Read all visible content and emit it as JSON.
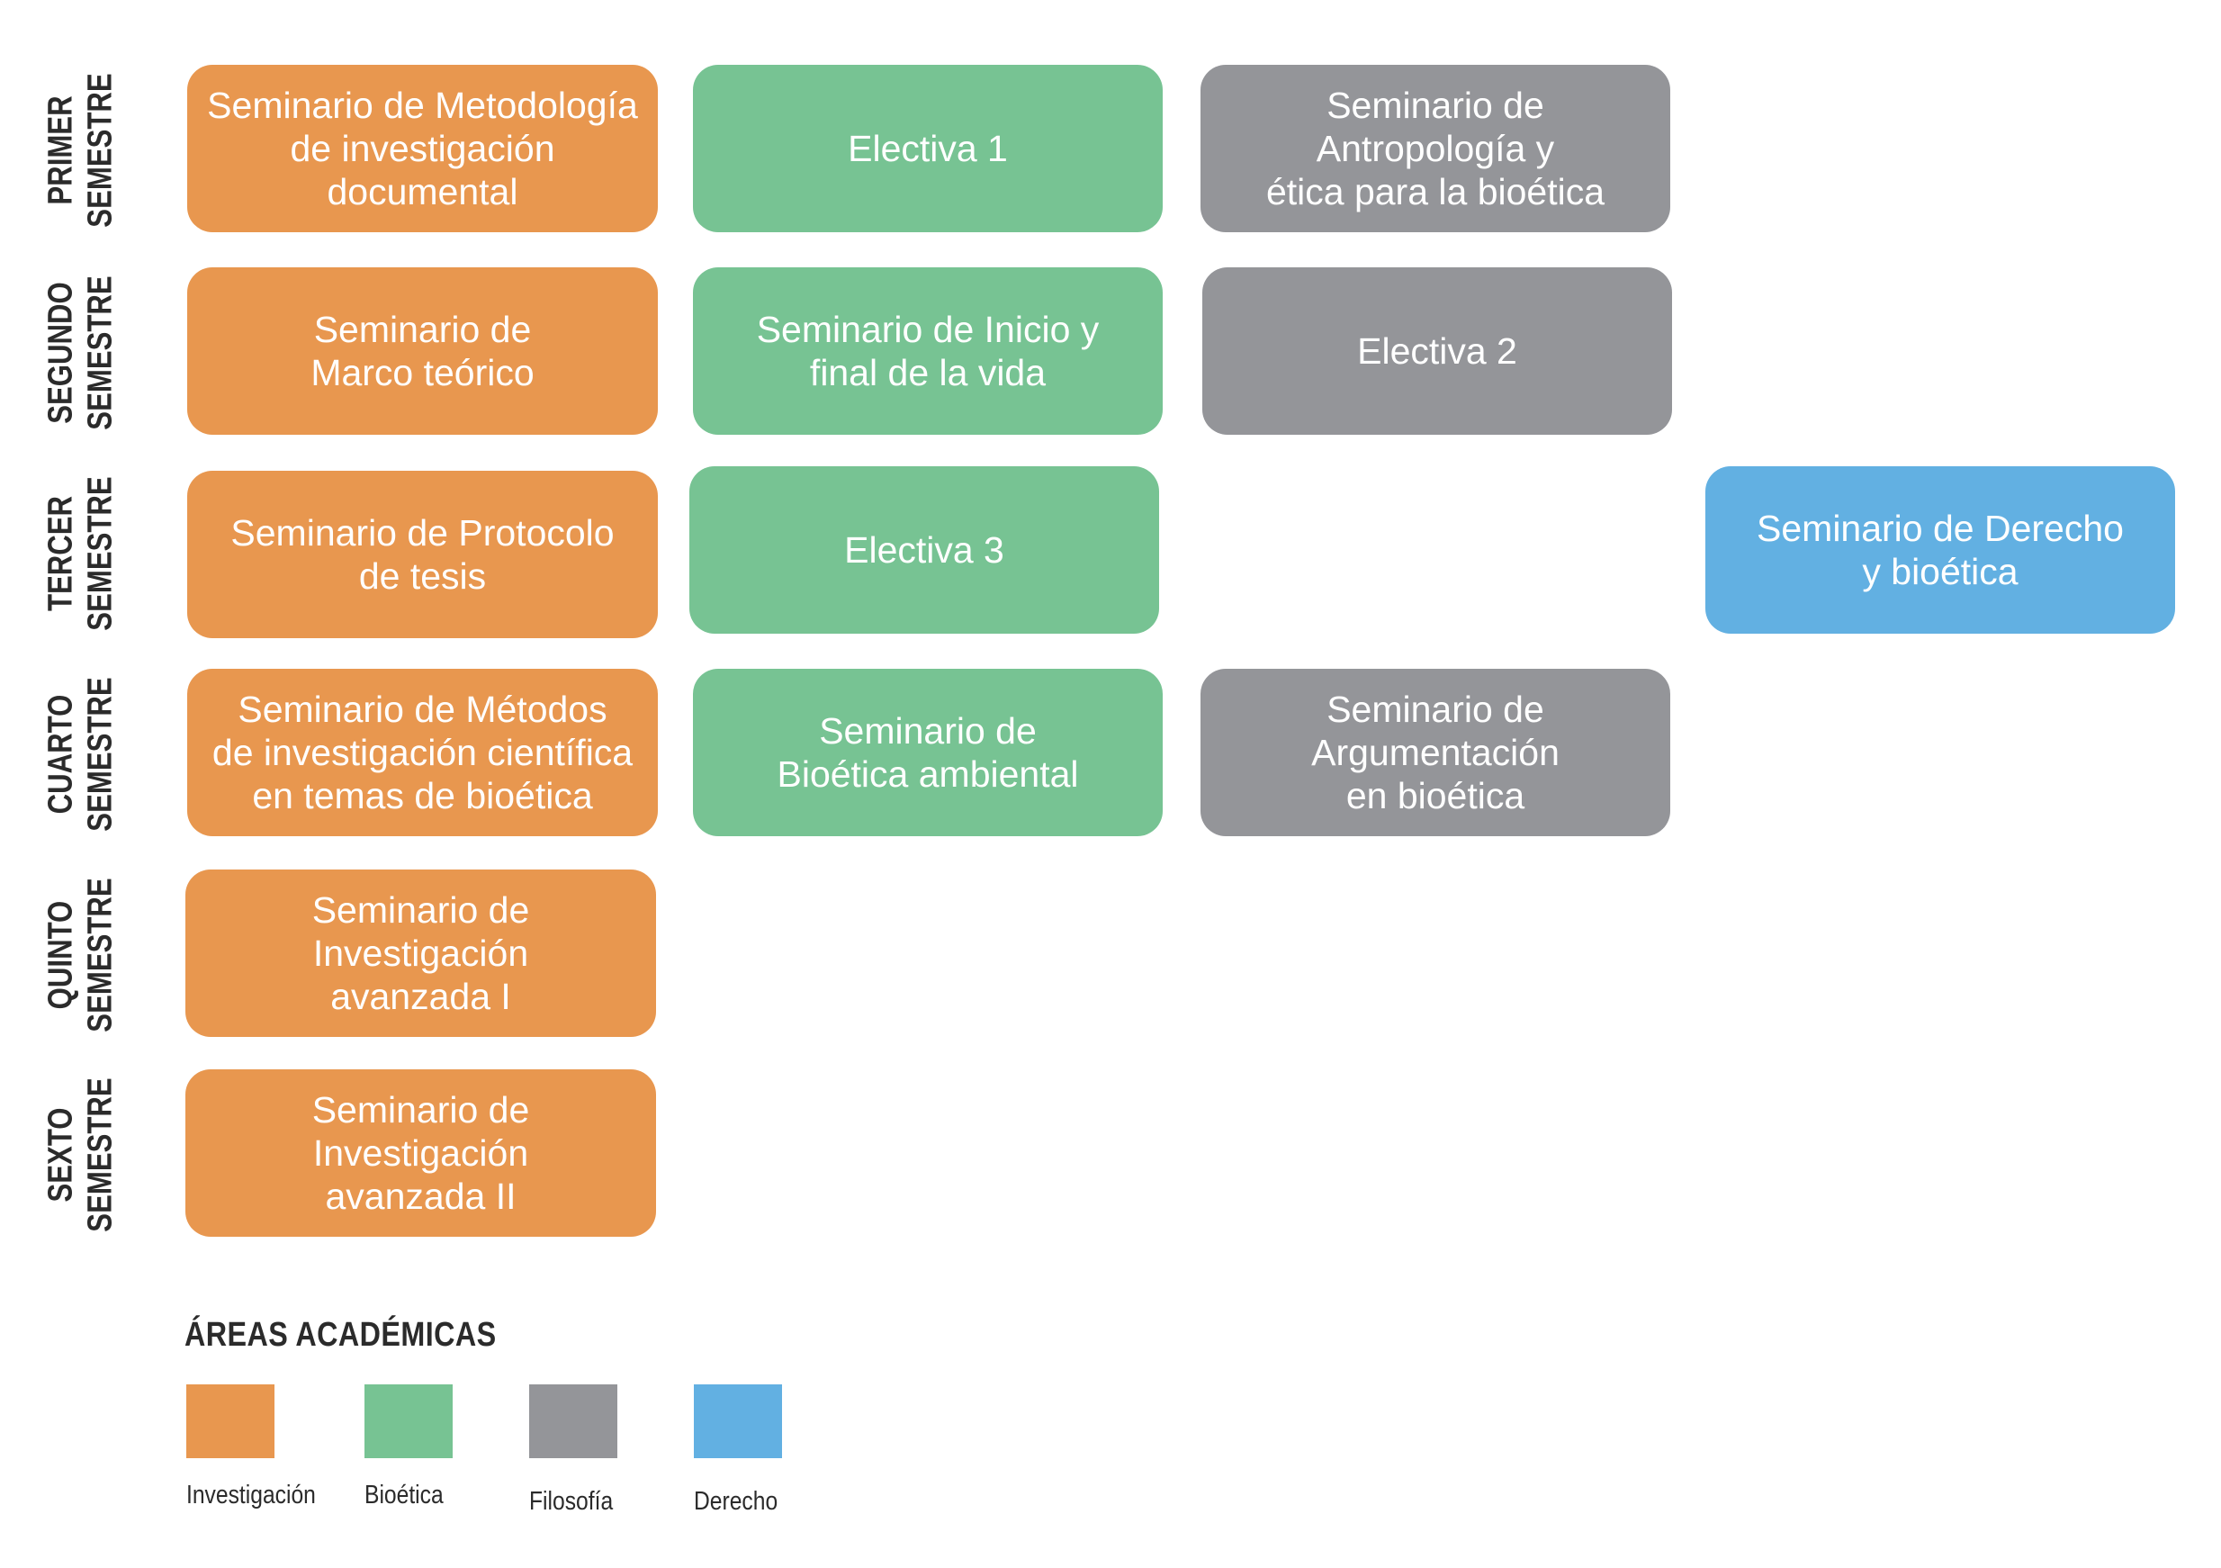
{
  "semesters": [
    {
      "line1": "PRIMER",
      "line2": "SEMESTRE"
    },
    {
      "line1": "SEGUNDO",
      "line2": "SEMESTRE"
    },
    {
      "line1": "TERCER",
      "line2": "SEMESTRE"
    },
    {
      "line1": "CUARTO",
      "line2": "SEMESTRE"
    },
    {
      "line1": "QUINTO",
      "line2": "SEMESTRE"
    },
    {
      "line1": "SEXTO",
      "line2": "SEMESTRE"
    }
  ],
  "courses": {
    "s1_inv": "Seminario de Metodología\nde investigación\ndocumental",
    "s1_bio": "Electiva 1",
    "s1_fil": "Seminario de\nAntropología y\nética para la bioética",
    "s2_inv": "Seminario de\nMarco teórico",
    "s2_bio": "Seminario de Inicio y\nfinal de la vida",
    "s2_fil": "Electiva 2",
    "s3_inv": "Seminario de Protocolo\nde tesis",
    "s3_bio": "Electiva 3",
    "s3_der": "Seminario de Derecho\ny bioética",
    "s4_inv": "Seminario de Métodos\nde investigación científica\nen temas de bioética",
    "s4_bio": "Seminario de\nBioética ambiental",
    "s4_fil": "Seminario de\nArgumentación\nen bioética",
    "s5_inv": "Seminario de\nInvestigación\navanzada I",
    "s6_inv": "Seminario de\nInvestigación\navanzada II"
  },
  "legend": {
    "title": "ÁREAS ACADÉMICAS",
    "items": [
      {
        "label": "Investigación",
        "color": "#E8974F"
      },
      {
        "label": "Bioética",
        "color": "#77C393"
      },
      {
        "label": "Filosofía",
        "color": "#949599"
      },
      {
        "label": "Derecho",
        "color": "#62B0E2"
      }
    ]
  }
}
